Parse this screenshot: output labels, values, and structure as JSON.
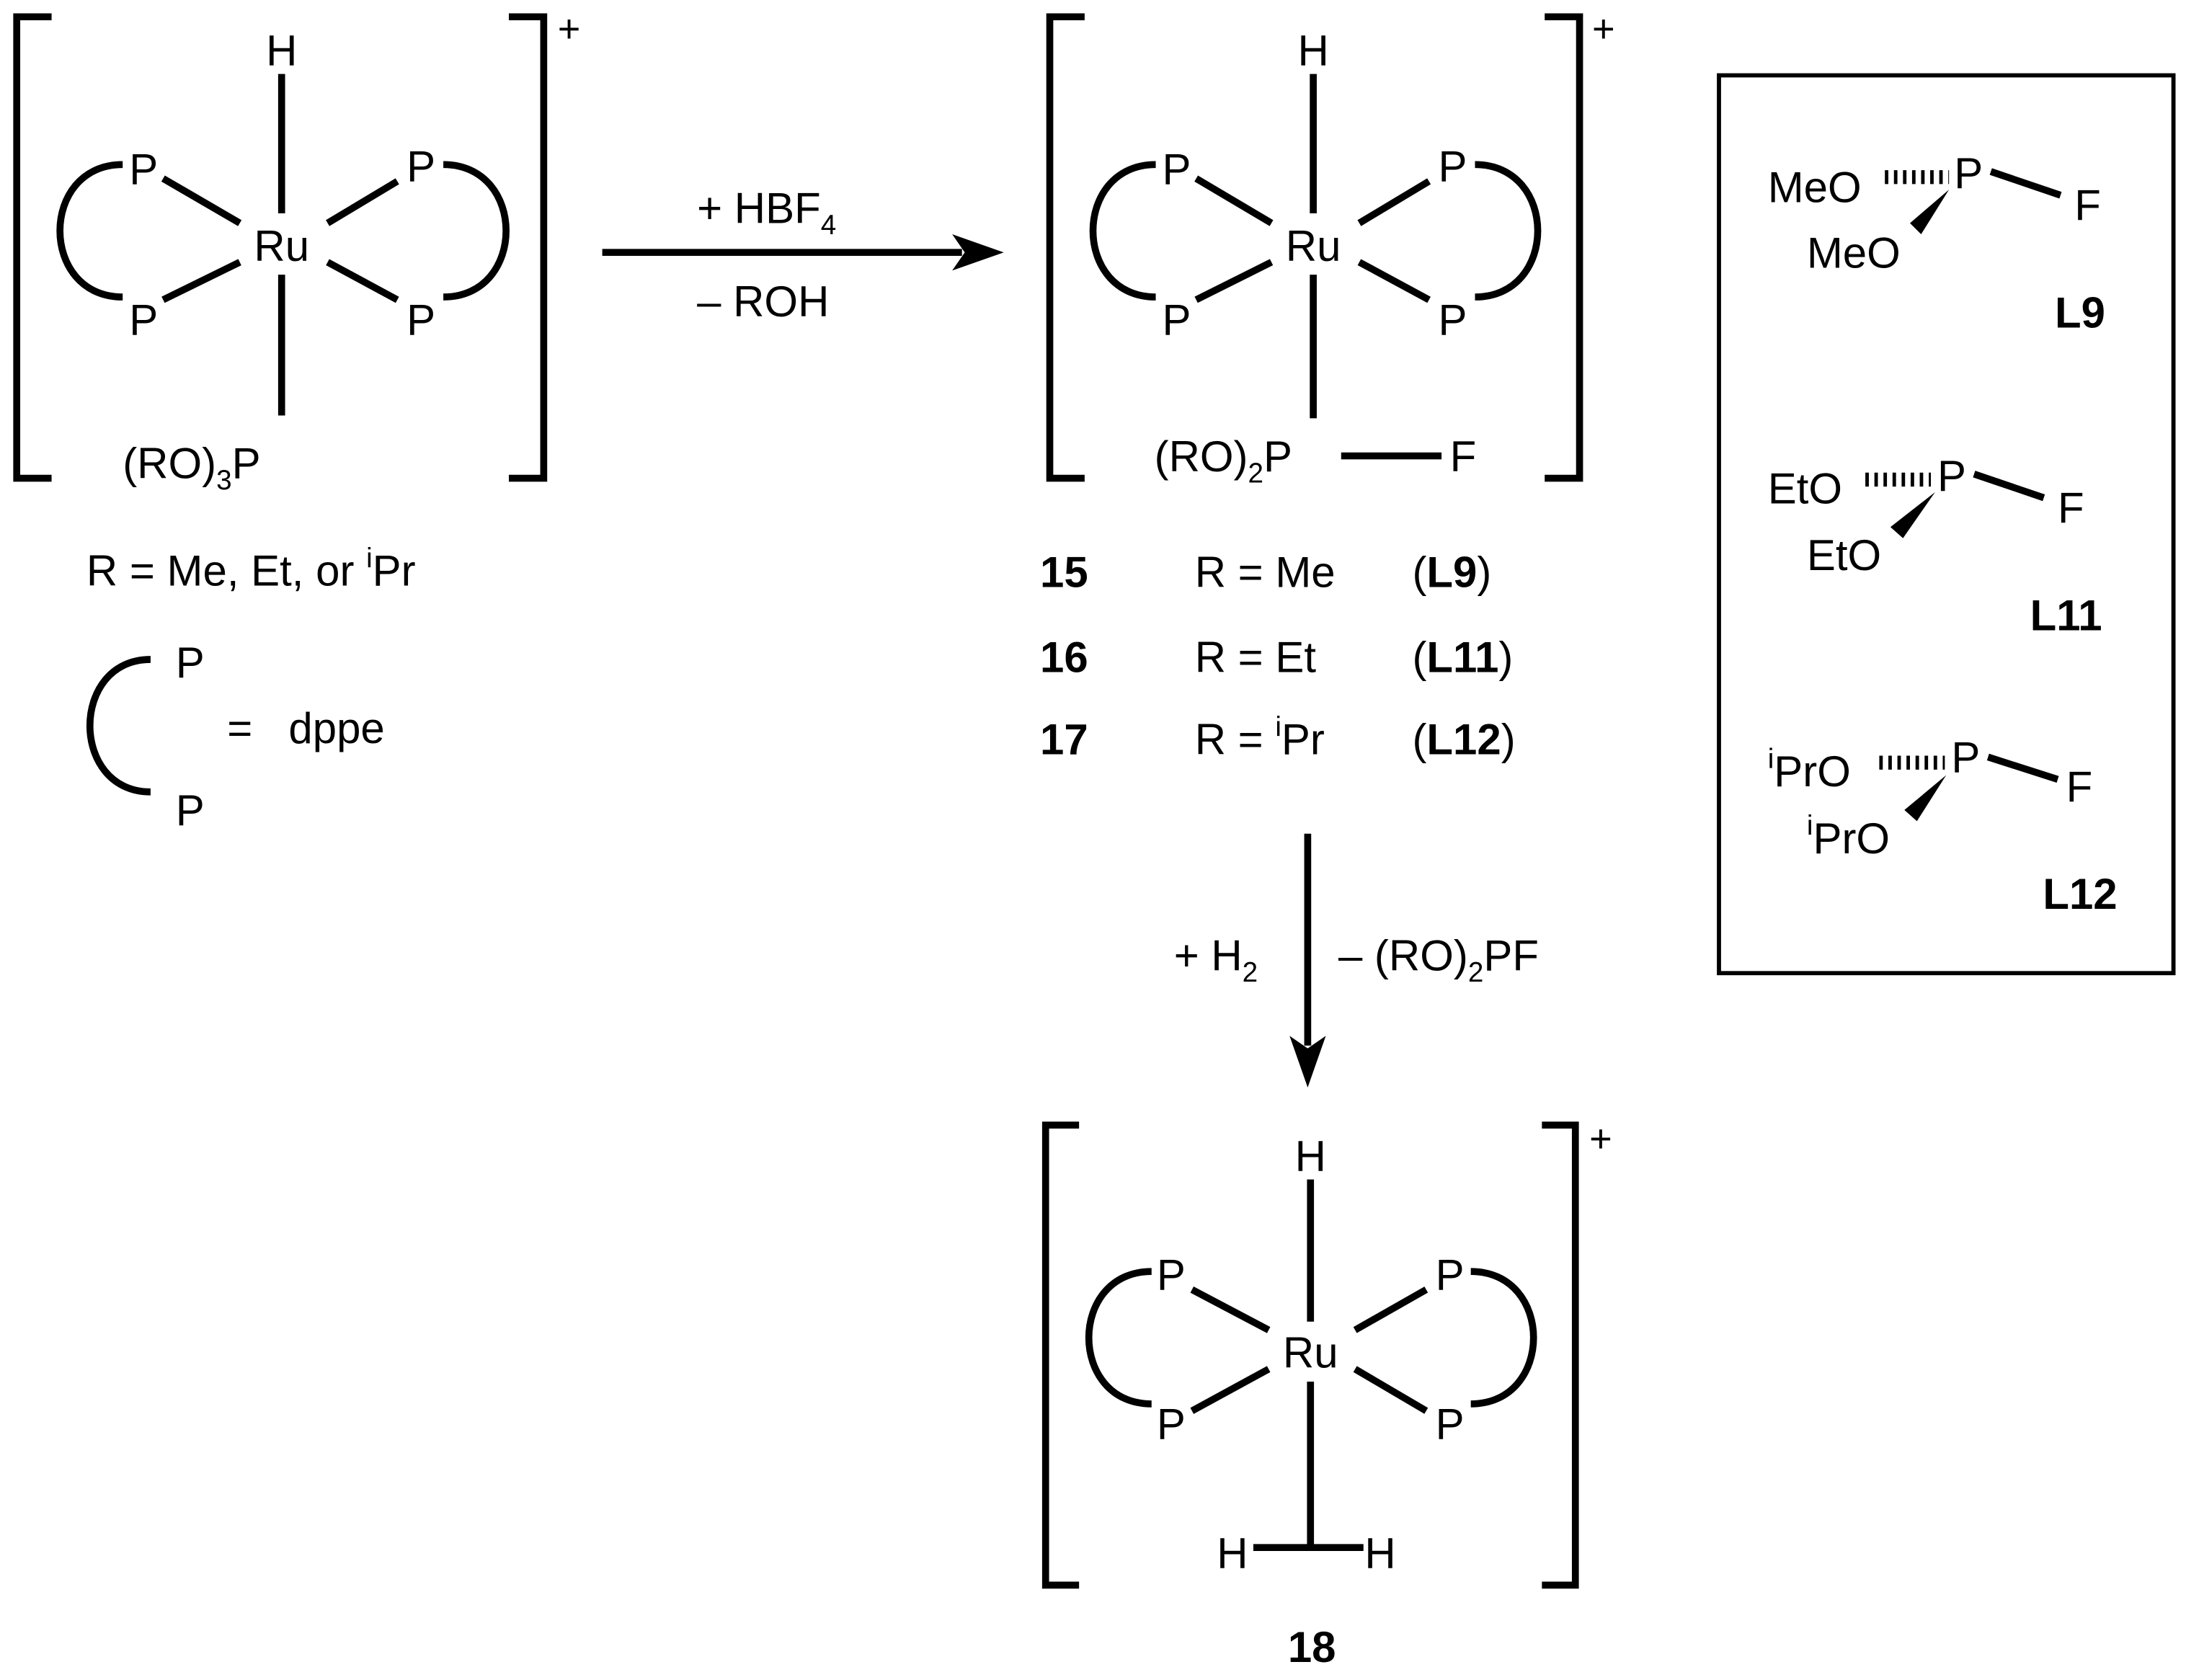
{
  "complex_a": {
    "hydride": "H",
    "metal": "Ru",
    "p_top_left": "P",
    "p_bottom_left": "P",
    "p_top_right": "P",
    "p_bottom_right": "P",
    "axial_prefix": "(RO)",
    "axial_sub": "3",
    "axial_atom": "P",
    "charge": "+"
  },
  "r_definition": {
    "text": "R = Me, Et, or ",
    "sup": "i",
    "tail": "Pr"
  },
  "dppe_legend": {
    "p_top": "P",
    "p_bottom": "P",
    "equals": "=",
    "name": "dppe"
  },
  "arrow_1": {
    "above_prefix": "+ HBF",
    "above_sub": "4",
    "below": "– ROH"
  },
  "complex_b": {
    "hydride": "H",
    "metal": "Ru",
    "p_top_left": "P",
    "p_bottom_left": "P",
    "p_top_right": "P",
    "p_bottom_right": "P",
    "axial_prefix": "(RO)",
    "axial_sub": "2",
    "axial_atom": "P",
    "fluorine": "F",
    "charge": "+"
  },
  "compound_list": [
    {
      "number": "15",
      "r_text": "R = Me",
      "r_sup": "",
      "r_tail": "",
      "ligand": "L9"
    },
    {
      "number": "16",
      "r_text": "R = Et",
      "r_sup": "",
      "r_tail": "",
      "ligand": "L11"
    },
    {
      "number": "17",
      "r_text": "R = ",
      "r_sup": "i",
      "r_tail": "Pr",
      "ligand": "L12"
    }
  ],
  "arrow_2": {
    "left_prefix": "+ H",
    "left_sub": "2",
    "right_prefix": "– (RO)",
    "right_sub": "2",
    "right_tail": "PF"
  },
  "complex_c": {
    "hydride": "H",
    "metal": "Ru",
    "p_top_left": "P",
    "p_bottom_left": "P",
    "p_top_right": "P",
    "p_bottom_right": "P",
    "h2_left": "H",
    "h2_right": "H",
    "charge": "+",
    "label": "18"
  },
  "ligand_box": [
    {
      "o1": "MeO",
      "o2": "MeO",
      "o_sup": "",
      "p": "P",
      "f": "F",
      "label": "L9"
    },
    {
      "o1": "EtO",
      "o2": "EtO",
      "o_sup": "",
      "p": "P",
      "f": "F",
      "label": "L11"
    },
    {
      "o1": "PrO",
      "o2": "PrO",
      "o_sup": "i",
      "p": "P",
      "f": "F",
      "label": "L12"
    }
  ]
}
